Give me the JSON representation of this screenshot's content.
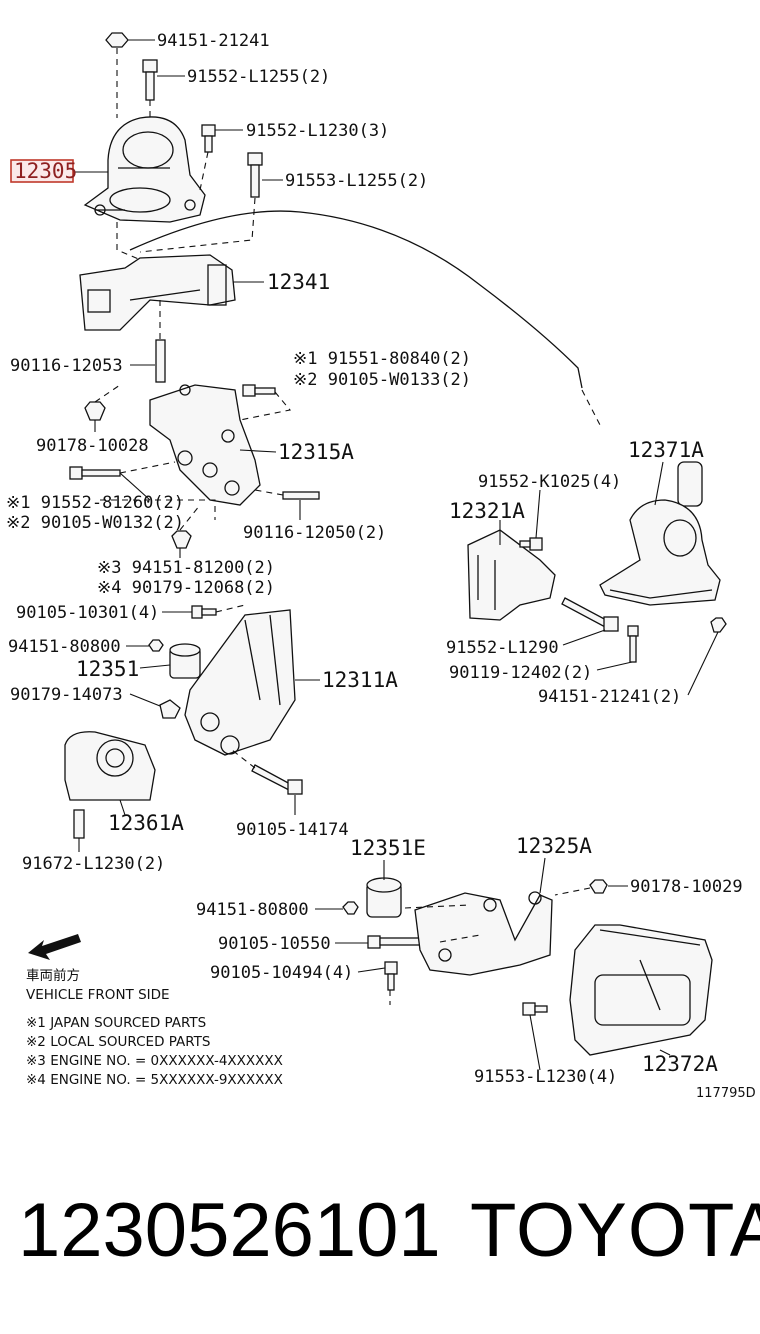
{
  "labels": {
    "l1": "94151-21241",
    "l2": "91552-L1255(2)",
    "l3": "91552-L1230(3)",
    "l4": "91553-L1255(2)",
    "l5": "12305",
    "l6": "12341",
    "l7": "90116-12053",
    "l8": "※1 91551-80840(2)",
    "l9": "※2 90105-W0133(2)",
    "l10": "90178-10028",
    "l11": "12315A",
    "l12": "※1 91552-81260(2)",
    "l13": "※2 90105-W0132(2)",
    "l14": "90116-12050(2)",
    "l15": "※3 94151-81200(2)",
    "l16": "※4 90179-12068(2)",
    "l17": "90105-10301(4)",
    "l18": "94151-80800",
    "l19": "12351",
    "l20": "12311A",
    "l21": "90179-14073",
    "l22": "12361A",
    "l23": "90105-14174",
    "l24": "91672-L1230(2)",
    "l25": "12371A",
    "l26": "91552-K1025(4)",
    "l27": "12321A",
    "l28": "91552-L1290",
    "l29": "90119-12402(2)",
    "l30": "94151-21241(2)",
    "l31": "12351E",
    "l32": "12325A",
    "l33": "90178-10029",
    "l34": "94151-80800",
    "l35": "90105-10550",
    "l36": "90105-10494(4)",
    "l37": "91553-L1230(4)",
    "l38": "12372A"
  },
  "notes": {
    "front_jp": "車両前方",
    "front_en": "VEHICLE FRONT SIDE",
    "n1": "※1 JAPAN SOURCED PARTS",
    "n2": "※2 LOCAL SOURCED PARTS",
    "n3": "※3 ENGINE NO. = 0XXXXXX-4XXXXXX",
    "n4": "※4 ENGINE NO. = 5XXXXXX-9XXXXXX",
    "diagram_code": "117795D"
  },
  "footer": {
    "part_number": "1230526101",
    "brand": "TOYOTA"
  },
  "colors": {
    "highlight_box": "#c0392b",
    "highlight_text": "#8e2020",
    "ink": "#111111"
  }
}
